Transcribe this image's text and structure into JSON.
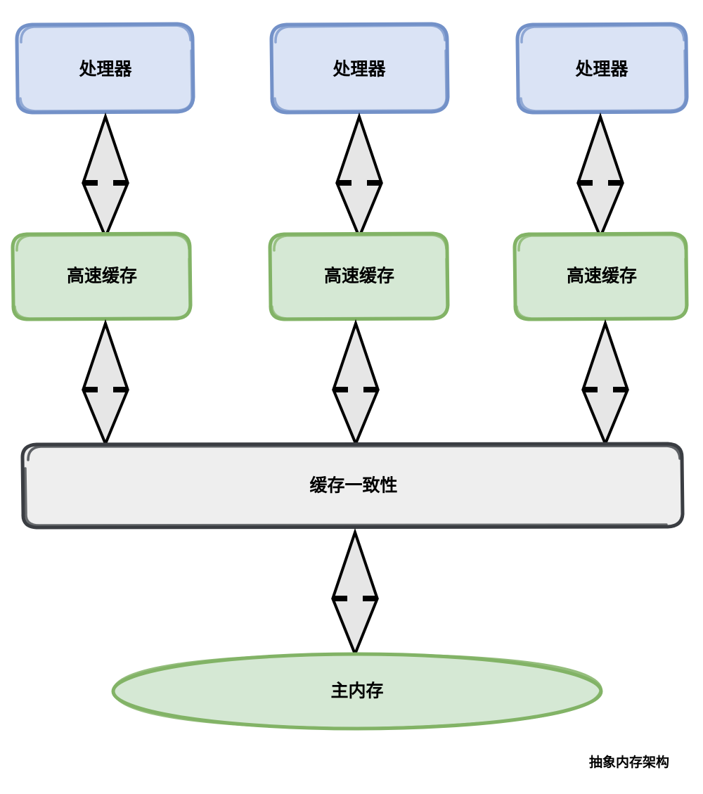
{
  "diagram": {
    "caption": "抽象内存架构",
    "colors": {
      "processor_fill": "#dae3f5",
      "processor_stroke": "#7391c8",
      "cache_fill": "#d5e8d4",
      "cache_stroke": "#82b366",
      "coherence_fill": "#eeeeee",
      "coherence_stroke": "#3a3d42",
      "memory_fill": "#d5e8d4",
      "memory_stroke": "#82b366",
      "arrow_fill": "#e6e6e6",
      "arrow_stroke": "#000000",
      "text": "#000000",
      "background": "#ffffff"
    },
    "processors": [
      {
        "label": "处理器"
      },
      {
        "label": "处理器"
      },
      {
        "label": "处理器"
      }
    ],
    "caches": [
      {
        "label": "高速缓存"
      },
      {
        "label": "高速缓存"
      },
      {
        "label": "高速缓存"
      }
    ],
    "coherence": {
      "label": "缓存一致性"
    },
    "memory": {
      "label": "主内存"
    },
    "connections": [
      {
        "from": "处理器",
        "to": "高速缓存",
        "direction": "bidirectional",
        "column": 1
      },
      {
        "from": "处理器",
        "to": "高速缓存",
        "direction": "bidirectional",
        "column": 2
      },
      {
        "from": "处理器",
        "to": "高速缓存",
        "direction": "bidirectional",
        "column": 3
      },
      {
        "from": "高速缓存",
        "to": "缓存一致性",
        "direction": "bidirectional",
        "column": 1
      },
      {
        "from": "高速缓存",
        "to": "缓存一致性",
        "direction": "bidirectional",
        "column": 2
      },
      {
        "from": "高速缓存",
        "to": "缓存一致性",
        "direction": "bidirectional",
        "column": 3
      },
      {
        "from": "缓存一致性",
        "to": "主内存",
        "direction": "bidirectional",
        "column": "center"
      }
    ]
  }
}
